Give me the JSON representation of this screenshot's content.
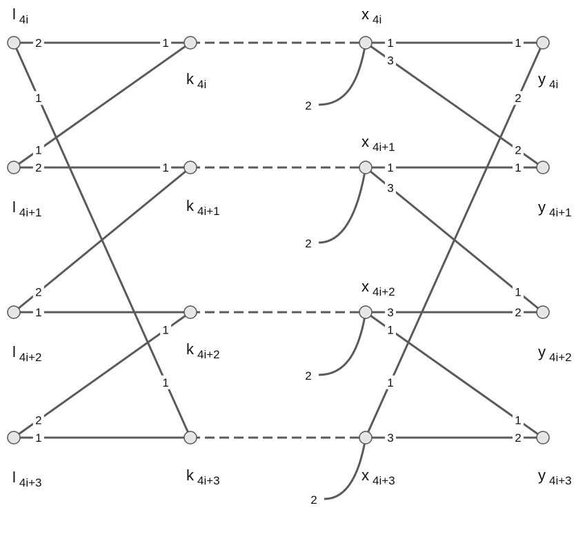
{
  "colors": {
    "edge": "#5a5a5a",
    "node_fill": "#e6e6e6",
    "node_stroke": "#555555",
    "text": "#111111",
    "background": "#ffffff"
  },
  "nodes": [
    {
      "id": "l0",
      "main": "l",
      "sub": "4i"
    },
    {
      "id": "l1",
      "main": "l",
      "sub": "4i+1"
    },
    {
      "id": "l2",
      "main": "l",
      "sub": "4i+2"
    },
    {
      "id": "l3",
      "main": "l",
      "sub": "4i+3"
    },
    {
      "id": "k0",
      "main": "k",
      "sub": "4i"
    },
    {
      "id": "k1",
      "main": "k",
      "sub": "4i+1"
    },
    {
      "id": "k2",
      "main": "k",
      "sub": "4i+2"
    },
    {
      "id": "k3",
      "main": "k",
      "sub": "4i+3"
    },
    {
      "id": "x0",
      "main": "x",
      "sub": "4i"
    },
    {
      "id": "x1",
      "main": "x",
      "sub": "4i+1"
    },
    {
      "id": "x2",
      "main": "x",
      "sub": "4i+2"
    },
    {
      "id": "x3",
      "main": "x",
      "sub": "4i+3"
    },
    {
      "id": "y0",
      "main": "y",
      "sub": "4i"
    },
    {
      "id": "y1",
      "main": "y",
      "sub": "4i+1"
    },
    {
      "id": "y2",
      "main": "y",
      "sub": "4i+2"
    },
    {
      "id": "y3",
      "main": "y",
      "sub": "4i+3"
    }
  ],
  "edges": [
    {
      "from": "l0",
      "to": "k0",
      "from_port": "2",
      "to_port": "1"
    },
    {
      "from": "l1",
      "to": "k1",
      "from_port": "2",
      "to_port": "1"
    },
    {
      "from": "l2",
      "to": "k2",
      "from_port": "1",
      "to_port": ""
    },
    {
      "from": "l3",
      "to": "k3",
      "from_port": "1",
      "to_port": ""
    },
    {
      "from": "l0",
      "to": "k3",
      "from_port": "1",
      "to_port": "1"
    },
    {
      "from": "l1",
      "to": "k0",
      "from_port": "1",
      "to_port": ""
    },
    {
      "from": "l2",
      "to": "k1",
      "from_port": "2",
      "to_port": ""
    },
    {
      "from": "l3",
      "to": "k2",
      "from_port": "2",
      "to_port": "1"
    },
    {
      "from": "k0",
      "to": "x0",
      "style": "dashed"
    },
    {
      "from": "k1",
      "to": "x1",
      "style": "dashed"
    },
    {
      "from": "k2",
      "to": "x2",
      "style": "dashed"
    },
    {
      "from": "k3",
      "to": "x3",
      "style": "dashed"
    },
    {
      "from": "x0",
      "to": "y0",
      "from_port": "1",
      "to_port": "1"
    },
    {
      "from": "x1",
      "to": "y1",
      "from_port": "1",
      "to_port": "1"
    },
    {
      "from": "x2",
      "to": "y2",
      "from_port": "3",
      "to_port": "2"
    },
    {
      "from": "x3",
      "to": "y3",
      "from_port": "3",
      "to_port": "2"
    },
    {
      "from": "x0",
      "to": "y1",
      "from_port": "3",
      "to_port": "2"
    },
    {
      "from": "x1",
      "to": "y2",
      "from_port": "3",
      "to_port": "1"
    },
    {
      "from": "x2",
      "to": "y3",
      "from_port": "1",
      "to_port": "1"
    },
    {
      "from": "x3",
      "to": "y0",
      "from_port": "1",
      "to_port": "2"
    }
  ],
  "loops": [
    {
      "node": "x0",
      "label": "2"
    },
    {
      "node": "x1",
      "label": "2"
    },
    {
      "node": "x2",
      "label": "2"
    },
    {
      "node": "x3",
      "label": "2"
    }
  ]
}
